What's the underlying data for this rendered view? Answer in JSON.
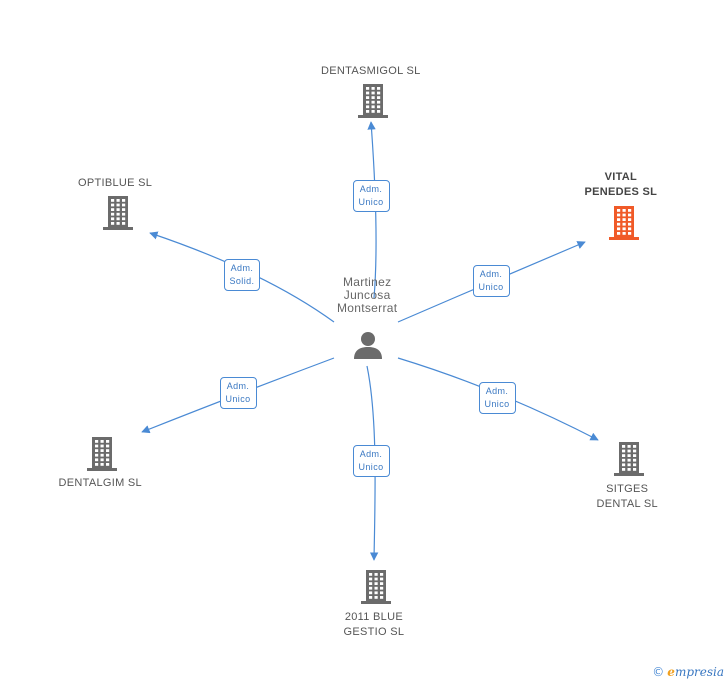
{
  "center": {
    "label_lines": [
      "Martinez",
      "Juncosa",
      "Montserrat"
    ],
    "icon": "person-icon"
  },
  "companies": [
    {
      "id": "dentasmigol",
      "lines": [
        "DENTASMIGOL SL"
      ],
      "role_lines": [
        "Adm.",
        "Unico"
      ],
      "highlight": false
    },
    {
      "id": "optiblue",
      "lines": [
        "OPTIBLUE SL"
      ],
      "role_lines": [
        "Adm.",
        "Solid."
      ],
      "highlight": false
    },
    {
      "id": "vital",
      "lines": [
        "VITAL",
        "PENEDES SL"
      ],
      "role_lines": [
        "Adm.",
        "Unico"
      ],
      "highlight": true
    },
    {
      "id": "dentalgim",
      "lines": [
        "DENTALGIM SL"
      ],
      "role_lines": [
        "Adm.",
        "Unico"
      ],
      "highlight": false
    },
    {
      "id": "sitges",
      "lines": [
        "SITGES",
        "DENTAL SL"
      ],
      "role_lines": [
        "Adm.",
        "Unico"
      ],
      "highlight": false
    },
    {
      "id": "blue2011",
      "lines": [
        "2011 BLUE",
        "GESTIO SL"
      ],
      "role_lines": [
        "Adm.",
        "Unico"
      ],
      "highlight": false
    }
  ],
  "colors": {
    "edge": "#4a8ad4",
    "building": "#6b6b6b",
    "building_highlight": "#f05a28",
    "person": "#6b6b6b"
  },
  "footer": {
    "copyright": "©",
    "brand_initial": "e",
    "brand_rest": "mpresia"
  }
}
